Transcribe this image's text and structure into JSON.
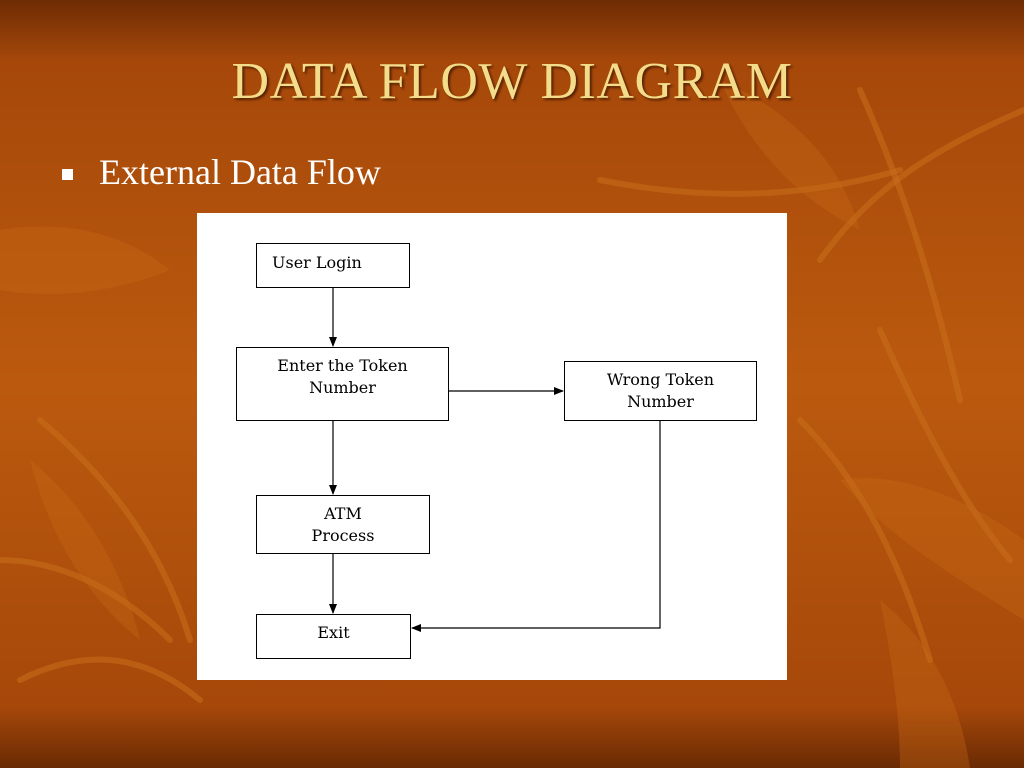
{
  "slide": {
    "title": "DATA FLOW DIAGRAM",
    "bullet": "External Data Flow"
  },
  "diagram": {
    "nodes": {
      "user_login": "User Login",
      "enter_token": "Enter the Token\nNumber",
      "wrong_token": "Wrong Token\nNumber",
      "atm_process": "ATM\nProcess",
      "exit": "Exit"
    },
    "edges": [
      {
        "from": "User Login",
        "to": "Enter the Token Number"
      },
      {
        "from": "Enter the Token Number",
        "to": "Wrong Token Number"
      },
      {
        "from": "Enter the Token Number",
        "to": "ATM Process"
      },
      {
        "from": "ATM Process",
        "to": "Exit"
      },
      {
        "from": "Wrong Token Number",
        "to": "Exit"
      }
    ]
  },
  "colors": {
    "background": "#b5550c",
    "title": "#f3dd8a",
    "text": "#ffffff"
  }
}
